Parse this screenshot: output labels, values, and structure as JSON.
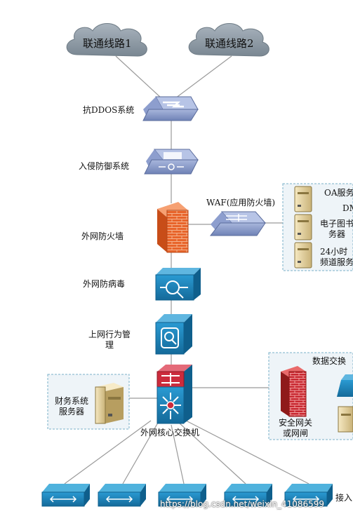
{
  "diagram": {
    "isp_line_1": "联通线路1",
    "isp_line_2": "联通线路2",
    "anti_ddos": "抗DDOS系统",
    "ips": "入侵防御系统",
    "waf": "WAF(应用防火墙)",
    "external_firewall": "外网防火墙",
    "antivirus": "外网防病毒",
    "behavior_mgmt_line1": "上网行为管",
    "behavior_mgmt_line2": "理",
    "core_switch": "外网核心交换机",
    "finance_server_line1": "财务系统",
    "finance_server_line2": "服务器",
    "oa_server": "OA服务",
    "dmz_partial": "DM",
    "ebook_line1": "电子图书",
    "ebook_line2": "务器",
    "hours24_line1": "24小时",
    "hours24_line2": "频道服务",
    "data_exchange": "数据交换",
    "security_gateway_line1": "安全网关",
    "security_gateway_line2": "或网闸",
    "access_partial": "接入",
    "watermark": "https://blog.csdn.net/weixin_41086599"
  },
  "colors": {
    "cloud": "#8d9aa6",
    "network_device": "#8597c4",
    "firewall": "#e8642a",
    "cisco_blue": "#1d7fb6",
    "core_red": "#cc2b3c",
    "dmz_box": "#eef4f8"
  }
}
